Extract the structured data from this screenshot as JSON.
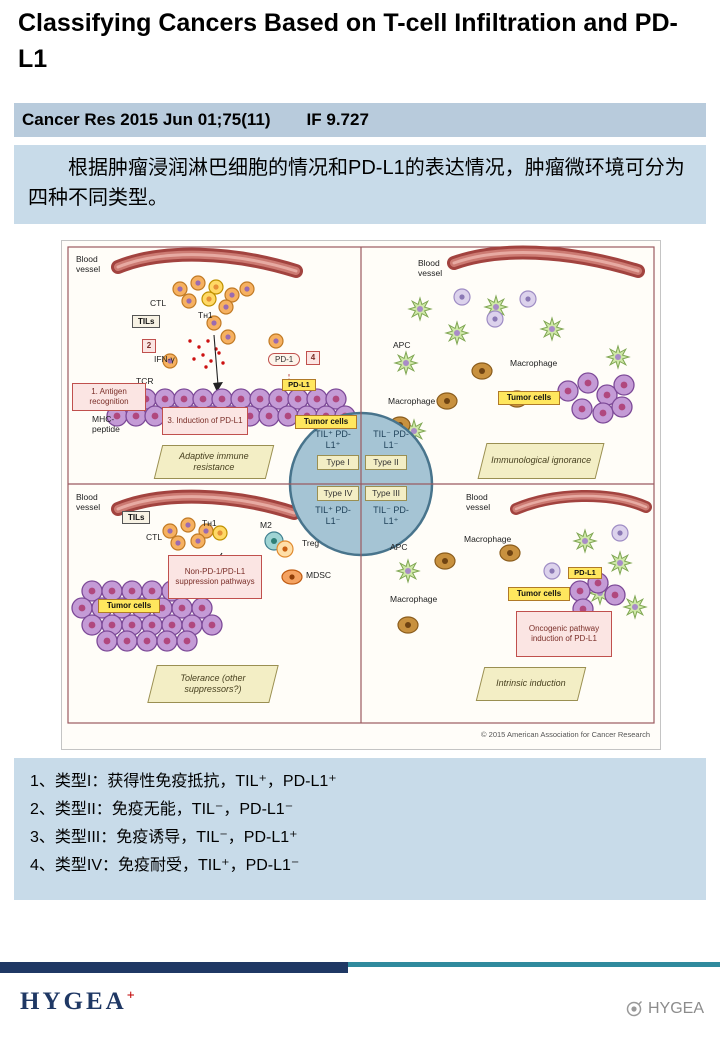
{
  "page": {
    "title": "Classifying Cancers Based on T-cell Infiltration and PD-L1"
  },
  "citation": {
    "source": "Cancer Res 2015 Jun 01;75(11)",
    "impact_factor": "IF 9.727"
  },
  "intro": {
    "text": "根据肿瘤浸润淋巴细胞的情况和PD-L1的表达情况，肿瘤微环境可分为四种不同类型。"
  },
  "figure": {
    "q1": {
      "vessel": "Blood vessel",
      "ctl": "CTL",
      "tils": "TILs",
      "th1": "Tʜ1",
      "step2": "2",
      "ifng": "IFN-γ",
      "tcr": "TCR",
      "antigen": "1. Antigen recognition",
      "mhc": "MHC-peptide",
      "pd1": "PD-1",
      "step4": "4",
      "pdl1": "PD-L1",
      "tumor": "Tumor cells",
      "induction": "3. Induction of PD-L1",
      "banner": "Adaptive immune resistance"
    },
    "q2": {
      "vessel": "Blood vessel",
      "apc": "APC",
      "macrophage1": "Macrophage",
      "macrophage2": "Macrophage",
      "tumor": "Tumor cells",
      "banner": "Immunological ignorance"
    },
    "q3": {
      "vessel": "Blood vessel",
      "tils": "TILs",
      "ctl": "CTL",
      "th1": "Tʜ1",
      "m2": "M2",
      "treg": "Treg",
      "mdsc": "MDSC",
      "suppression": "Non-PD-1/PD-L1 suppression pathways",
      "tumor": "Tumor cells",
      "banner": "Tolerance (other suppressors?)"
    },
    "q4": {
      "vessel": "Blood vessel",
      "apc": "APC",
      "macrophage1": "Macrophage",
      "macrophage2": "Macrophage",
      "pdl1": "PD-L1",
      "tumor": "Tumor cells",
      "oncogenic": "Oncogenic pathway induction of PD-L1",
      "banner": "Intrinsic induction"
    },
    "center": {
      "tl": "TIL⁺ PD-L1⁺",
      "tr": "TIL⁻ PD-L1⁻",
      "bl": "TIL⁺ PD-L1⁻",
      "br": "TIL⁻ PD-L1⁺",
      "type1": "Type I",
      "type2": "Type II",
      "type3": "Type III",
      "type4": "Type IV"
    },
    "copyright": "© 2015 American Association for Cancer Research"
  },
  "summary": {
    "items": [
      "1、类型I：获得性免疫抵抗，TIL⁺，PD-L1⁺",
      "2、类型II：免疫无能，TIL⁻，PD-L1⁻",
      "3、类型III：免疫诱导，TIL⁻，PD-L1⁺",
      "4、类型IV：免疫耐受，TIL⁺，PD-L1⁻"
    ]
  },
  "footer": {
    "logo": "HYGEA",
    "logo_mark": "+",
    "watermark": "HYGEA"
  },
  "colors": {
    "light_blue_bar": "#b8cbdc",
    "light_blue_box": "#c8dbe9",
    "navy": "#1f3864",
    "teal": "#2f8a9d",
    "logo_red": "#c00000"
  }
}
